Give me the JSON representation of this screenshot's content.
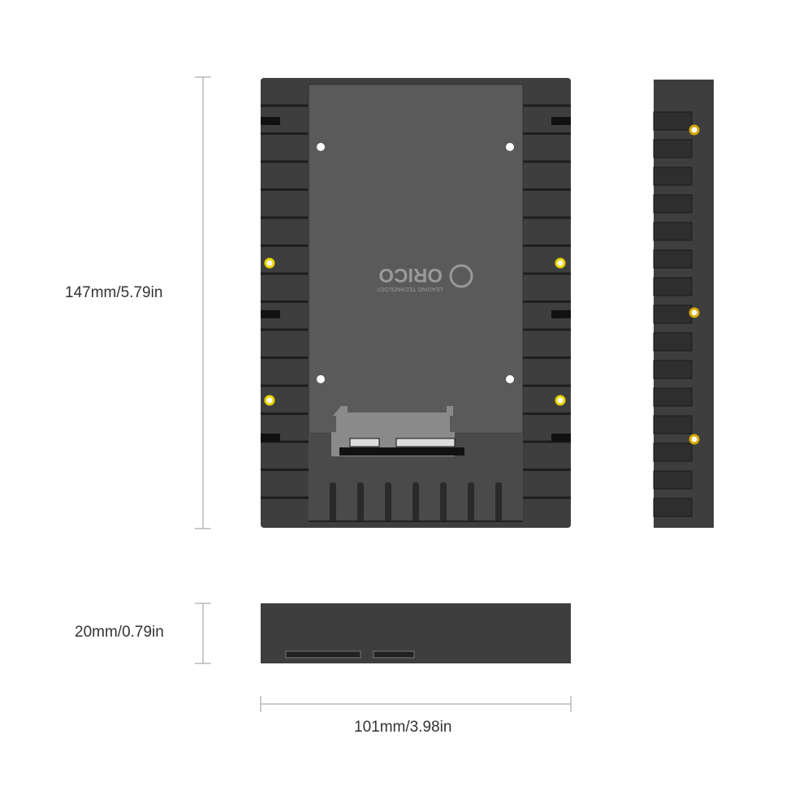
{
  "dimensions": {
    "height_label": "147mm/5.79in",
    "thickness_label": "20mm/0.79in",
    "width_label": "101mm/3.98in"
  },
  "logo": {
    "brand": "ORICO",
    "tagline": "LEADING TECHNOLOGY"
  },
  "colors": {
    "body": "#3e3e3e",
    "plate": "#585858",
    "screw": "#e8d400",
    "dimension_line": "#999999"
  }
}
